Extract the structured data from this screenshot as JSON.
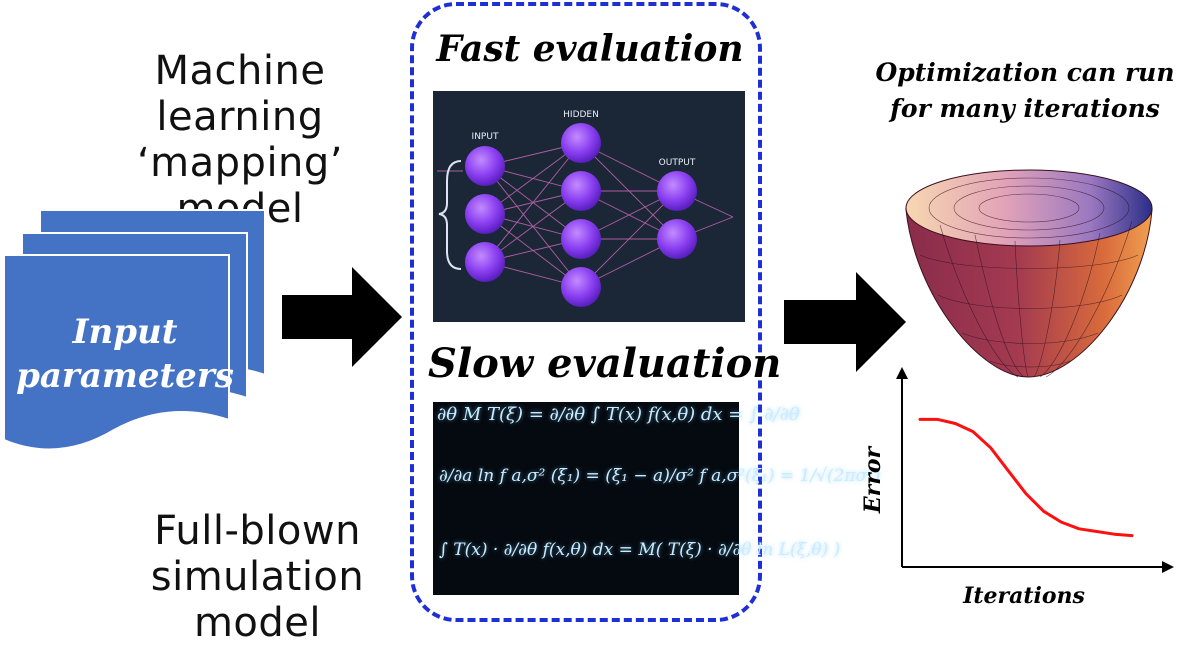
{
  "ml_model_label": [
    "Machine learning",
    "‘mapping’ model"
  ],
  "sim_model_label": [
    "Full-blown",
    "simulation model"
  ],
  "fast_eval": "Fast evaluation",
  "slow_eval": "Slow evaluation",
  "input_doc": [
    "Input",
    "parameters"
  ],
  "optimization_note": [
    "Optimization can run",
    "for many iterations"
  ],
  "nn": {
    "input": "INPUT",
    "hidden": "HIDDEN",
    "output": "OUTPUT"
  },
  "equations": [
    "∂θ  M T(ξ) = ∂/∂θ ∫ T(x) f(x,θ) dx = ∫ ∂/∂θ",
    "∂/∂a  ln f a,σ² (ξ₁) = (ξ₁ − a)/σ²   f a,σ²(ξ₁) = 1/√(2πσ²)",
    "∫ T(x) · ∂/∂θ f(x,θ) dx = M( T(ξ) · ∂/∂θ ln L(ξ,θ) )"
  ],
  "chart": {
    "ylabel": "Error",
    "xlabel": "Iterations"
  },
  "chart_data": {
    "type": "line",
    "x": [
      0,
      1,
      2,
      3,
      4,
      5,
      6,
      7,
      8,
      9,
      10,
      11,
      12
    ],
    "values": [
      0.93,
      0.93,
      0.9,
      0.84,
      0.72,
      0.55,
      0.38,
      0.25,
      0.17,
      0.12,
      0.1,
      0.08,
      0.07
    ],
    "color": "#ff1010",
    "xlabel": "Iterations",
    "ylabel": "Error"
  },
  "colors": {
    "doc_blue": "#4472c4",
    "dash_blue": "#1f2fd6",
    "node_purple": "#8a3ff0",
    "curve_red": "#ff1010"
  }
}
